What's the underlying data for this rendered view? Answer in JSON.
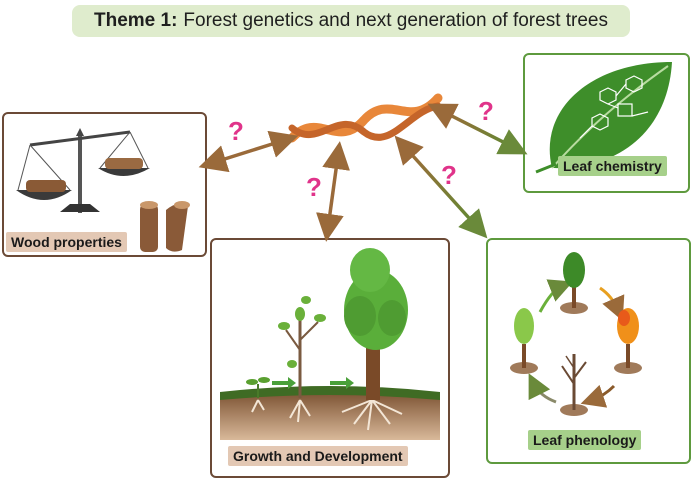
{
  "header": {
    "theme_label": "Theme 1:",
    "title": "Forest genetics and next generation of forest trees"
  },
  "panels": {
    "wood": {
      "label": "Wood properties"
    },
    "growth": {
      "label": "Growth and Development"
    },
    "phenology": {
      "label": "Leaf phenology"
    },
    "chemistry": {
      "label": "Leaf chemistry"
    }
  },
  "question_mark": "?",
  "colors": {
    "brown_border": "#6b4a36",
    "green_border": "#5e9a3e",
    "question": "#e0338a",
    "dna": "#e8873a"
  }
}
